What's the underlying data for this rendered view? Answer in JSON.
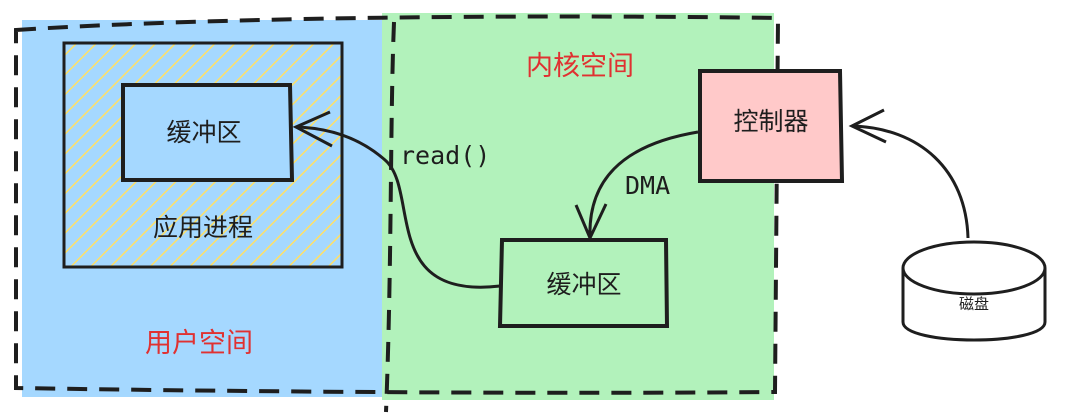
{
  "regions": {
    "user_space_label": "用户空间",
    "kernel_space_label": "内核空间"
  },
  "nodes": {
    "user_buffer": "缓冲区",
    "app_process": "应用进程",
    "kernel_buffer": "缓冲区",
    "controller": "控制器",
    "disk": "磁盘"
  },
  "edges": {
    "read_label": "read()",
    "dma_label": "DMA"
  },
  "colors": {
    "user_space_fill": "#a5d8ff",
    "kernel_space_fill": "#b2f2bb",
    "controller_fill": "#ffc9c9",
    "hatch": "#ffe066",
    "region_label": "#e03131",
    "stroke": "#1e1e1e"
  }
}
